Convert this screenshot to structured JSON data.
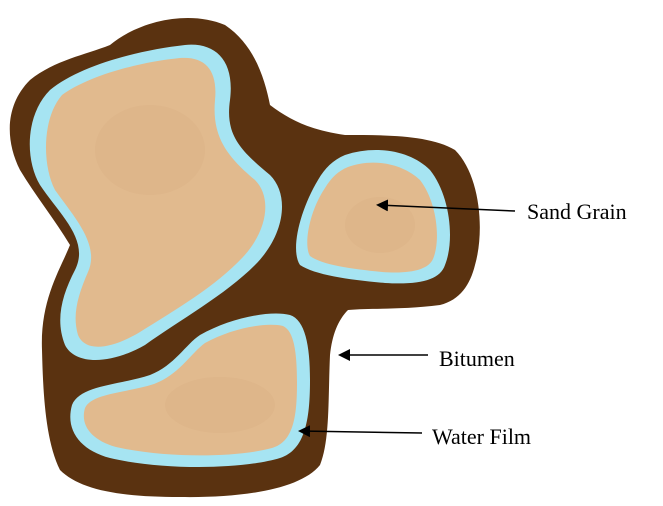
{
  "labels": {
    "sand_grain": "Sand Grain",
    "bitumen": "Bitumen",
    "water_film": "Water Film"
  },
  "colors": {
    "bitumen": "#5a3210",
    "water": "#a6e4f2",
    "sand": "#e1ba8e",
    "sand_shade": "#d9b084",
    "arrow": "#000000",
    "background": "#ffffff"
  }
}
